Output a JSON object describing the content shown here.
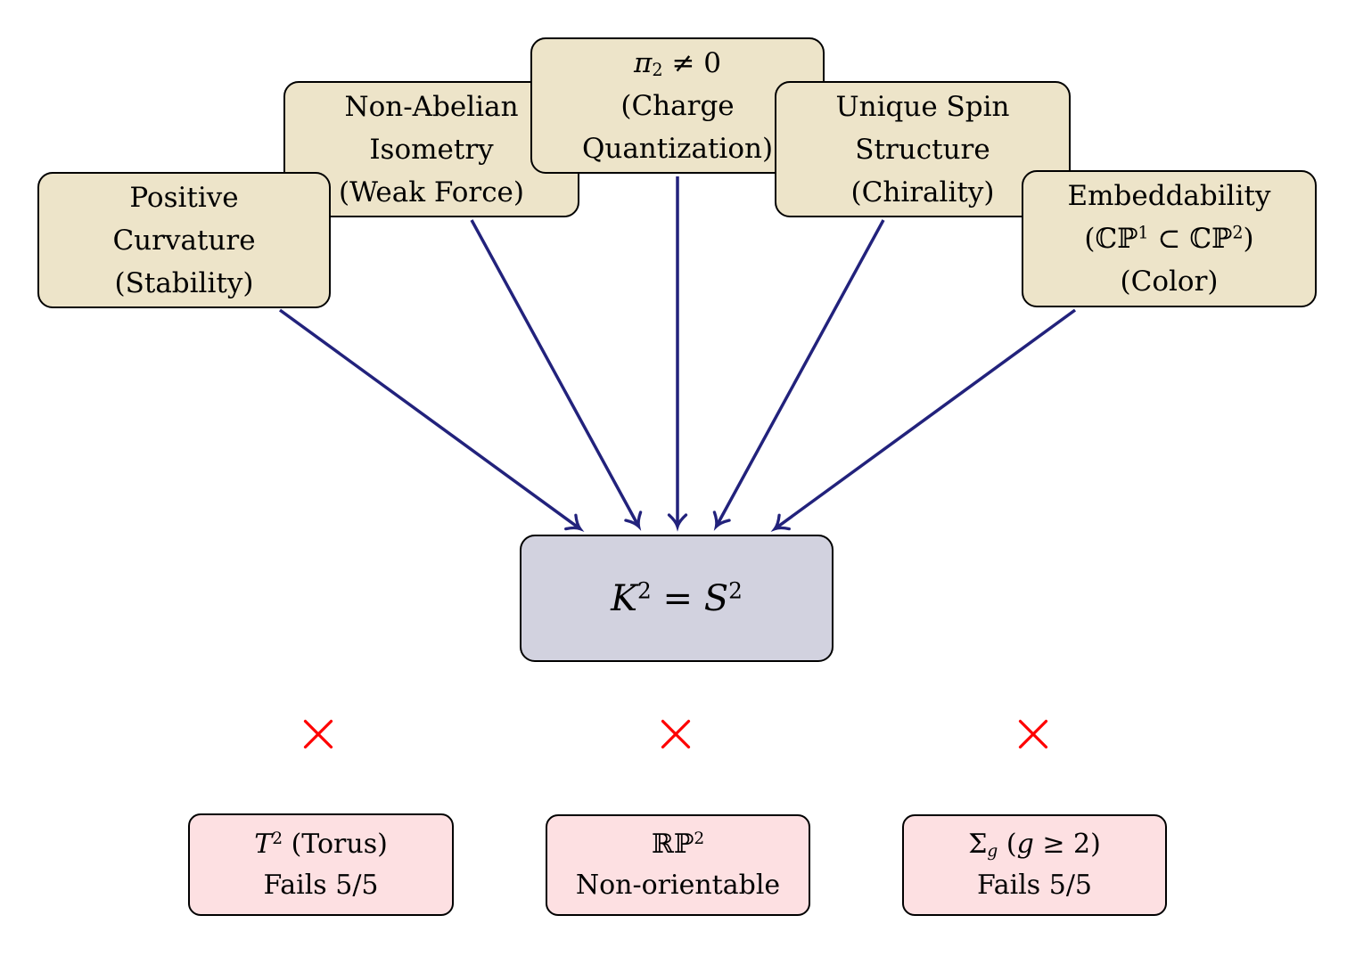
{
  "theme": {
    "background": "#ffffff",
    "criterion-fill": "#ede4c9",
    "center-fill": "#d2d2df",
    "failure-fill": "#fde0e2",
    "border": "#000000",
    "arrow": "#22227c",
    "cross": "#fe0000"
  },
  "diagram": {
    "criteria": [
      {
        "id": "positive-curvature",
        "lines": [
          [
            {
              "t": "Positive"
            }
          ],
          [
            {
              "t": "Curvature"
            }
          ],
          [
            {
              "t": "(Stability)"
            }
          ]
        ]
      },
      {
        "id": "non-abelian-isometry",
        "lines": [
          [
            {
              "t": "Non-Abelian"
            }
          ],
          [
            {
              "t": "Isometry"
            }
          ],
          [
            {
              "t": "(Weak Force)"
            }
          ]
        ]
      },
      {
        "id": "pi2-nonzero",
        "lines": [
          [
            {
              "t": "π",
              "i": true
            },
            {
              "t": "2",
              "sub": true
            },
            {
              "t": " ≠ 0"
            }
          ],
          [
            {
              "t": "(Charge"
            }
          ],
          [
            {
              "t": "Quantization)"
            }
          ]
        ]
      },
      {
        "id": "unique-spin-structure",
        "lines": [
          [
            {
              "t": "Unique Spin"
            }
          ],
          [
            {
              "t": "Structure"
            }
          ],
          [
            {
              "t": "(Chirality)"
            }
          ]
        ]
      },
      {
        "id": "embeddability",
        "lines": [
          [
            {
              "t": "Embeddability"
            }
          ],
          [
            {
              "t": "(ℂℙ"
            },
            {
              "t": "1",
              "sup": true
            },
            {
              "t": " ⊂ ℂℙ"
            },
            {
              "t": "2",
              "sup": true
            },
            {
              "t": ")"
            }
          ],
          [
            {
              "t": "(Color)"
            }
          ]
        ]
      }
    ],
    "center": {
      "label_runs": [
        {
          "t": "K",
          "i": true
        },
        {
          "t": "2",
          "sup": true
        },
        {
          "t": " = "
        },
        {
          "t": "S",
          "i": true
        },
        {
          "t": "2",
          "sup": true
        }
      ]
    },
    "cross_symbol": "×",
    "failures": [
      {
        "id": "torus",
        "title_runs": [
          {
            "t": "T",
            "i": true
          },
          {
            "t": "2",
            "sup": true
          },
          {
            "t": " (Torus)"
          }
        ],
        "subtitle": "Fails 5/5"
      },
      {
        "id": "rp2",
        "title_runs": [
          {
            "t": "ℝℙ"
          },
          {
            "t": "2",
            "sup": true
          }
        ],
        "subtitle": "Non-orientable"
      },
      {
        "id": "sigma-g",
        "title_runs": [
          {
            "t": "Σ"
          },
          {
            "t": "g",
            "sub": true,
            "i": true
          },
          {
            "t": " ("
          },
          {
            "t": "g",
            "i": true
          },
          {
            "t": " ≥ 2)"
          }
        ],
        "subtitle": "Fails 5/5"
      }
    ]
  }
}
